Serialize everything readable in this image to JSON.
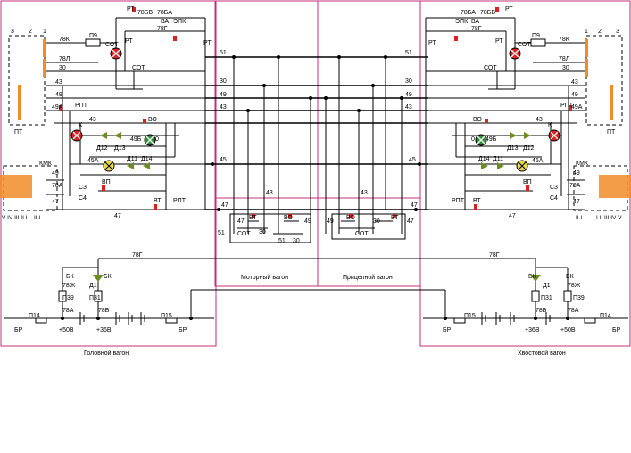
{
  "wagons": {
    "head": "Головной вагон",
    "motor": "Моторный вагон",
    "trailer": "Прицепной вагон",
    "tail": "Хвостовой вагон"
  },
  "buses": {
    "b51": "51",
    "b30": "30",
    "b49": "49",
    "b43": "43",
    "b45": "45",
    "b47": "47",
    "b78g": "78Г"
  },
  "left": {
    "ptLabel": "ПТ",
    "kmkLabel": "КМК",
    "pinNums": [
      "3",
      "2",
      "1"
    ],
    "w78k": "78К",
    "w78l": "78Л",
    "w30": "30",
    "w43": "43",
    "w49": "49",
    "w49a": "49А",
    "w45a": "45А",
    "w78a": "78А",
    "w47": "47",
    "p9": "П9",
    "sot": "СОТ",
    "sot2": "СОТ",
    "rt": "РТ",
    "rt2": "РТ",
    "w78bv": "78БВ",
    "w78ba": "78БА",
    "va": "ВА",
    "epk": "ЭПК",
    "w78g": "78Г",
    "rpt": "РПТ",
    "k": "К",
    "vo": "ВО",
    "w49b": "49Б",
    "zero": "0",
    "d12": "Д12",
    "d13": "Д13",
    "d11": "Д11",
    "d14": "Д14",
    "c3": "С3",
    "c4": "С4",
    "vp": "ВП",
    "vt": "ВТ",
    "rpt2": "РПТ",
    "romans": "V IV III II I",
    "romans2": "II I"
  },
  "right": {
    "ptLabel": "ПТ",
    "kmkLabel": "КМК",
    "pinNums": [
      "1",
      "2",
      "3"
    ],
    "w78k": "78К",
    "w78l": "78Л",
    "w30": "30",
    "w43": "43",
    "w49": "49",
    "w49a": "49А",
    "w45a": "45А",
    "w78a": "78А",
    "w47": "47",
    "p9": "П9",
    "sot": "СОТ",
    "sot2": "СОТ",
    "rt": "РТ",
    "rt2": "РТ",
    "w78bv": "78БВ",
    "w78ba": "78БА",
    "va": "ВА",
    "epk": "ЭПК",
    "w78g": "78Г",
    "rpt": "РПТ",
    "k": "К",
    "vo": "ВО",
    "w49b": "49Б",
    "zero": "0",
    "d12": "Д12",
    "d13": "Д13",
    "d11": "Д11",
    "d14": "Д14",
    "c3": "С3",
    "c4": "С4",
    "vp": "ВП",
    "vt": "ВТ",
    "rpt2": "РПТ",
    "romans": "II I",
    "romans2": "I II III IV V"
  },
  "motor": {
    "w51": "51",
    "w47": "47",
    "vt": "ВТ",
    "w30": "30",
    "vo": "ВО",
    "w49": "49",
    "sot": "СОТ",
    "w43": "43",
    "w45": "45"
  },
  "trailer": {
    "w49": "49",
    "vo": "ВО",
    "w30": "30",
    "vt": "ВТ",
    "w47": "47",
    "sot": "СОТ",
    "w43": "43"
  },
  "power_left": {
    "bk": "БК",
    "w78zh": "78Ж",
    "d1": "Д1",
    "bk2": "БК",
    "p39": "П39",
    "p31": "П31",
    "w78a": "78А",
    "w78b": "78Б",
    "p14": "П14",
    "p15": "П15",
    "br": "БР",
    "br2": "БР",
    "v50": "+50В",
    "v36": "+36В"
  },
  "power_right": {
    "bk": "БК",
    "w78zh": "78Ж",
    "d1": "Д1",
    "bk2": "БК",
    "p39": "П39",
    "p31": "П31",
    "w78a": "78А",
    "w78b": "78Б",
    "p14": "П14",
    "p15": "П15",
    "br": "БР",
    "br2": "БР",
    "v50": "+50В",
    "v36": "+36В"
  },
  "colors": {
    "frame": "#c0307a",
    "relay": "#e02020",
    "connector": "#f28c28",
    "lampGreen": "#2e8b3a",
    "lampYellow": "#e8d84a",
    "diode": "#6b8e23"
  }
}
